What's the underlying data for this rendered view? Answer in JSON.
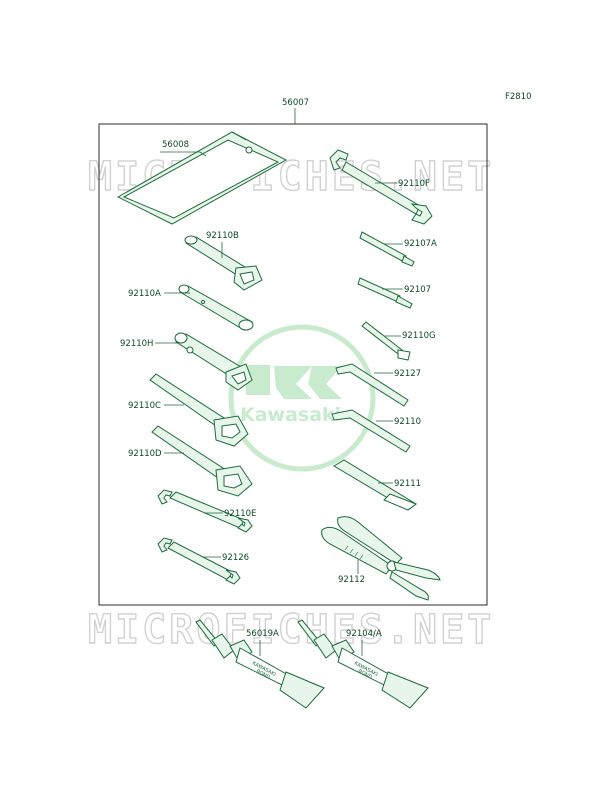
{
  "figure_code": "F2810",
  "assembly_label": "56007",
  "watermark_text": "MICROFICHES.NET",
  "logo_text": "Kawasaki",
  "tube_print": {
    "brand": "KAWASAKI",
    "product": "BOND"
  },
  "parts": {
    "p56008": "56008",
    "p92110F": "92110F",
    "p92110B": "92110B",
    "p92107A": "92107A",
    "p92110A": "92110A",
    "p92107": "92107",
    "p92110G": "92110G",
    "p92110H": "92110H",
    "p92127": "92127",
    "p92110C": "92110C",
    "p92110": "92110",
    "p92110D": "92110D",
    "p92111": "92111",
    "p92110E": "92110E",
    "p92126": "92126",
    "p92112": "92112",
    "p56019A": "56019A",
    "p92104A": "92104/A"
  },
  "colors": {
    "line": "#1b6b3a",
    "part_fill": "#e8f5ea",
    "logo": "#c9ebcd",
    "watermark": "#d2d2d2"
  }
}
